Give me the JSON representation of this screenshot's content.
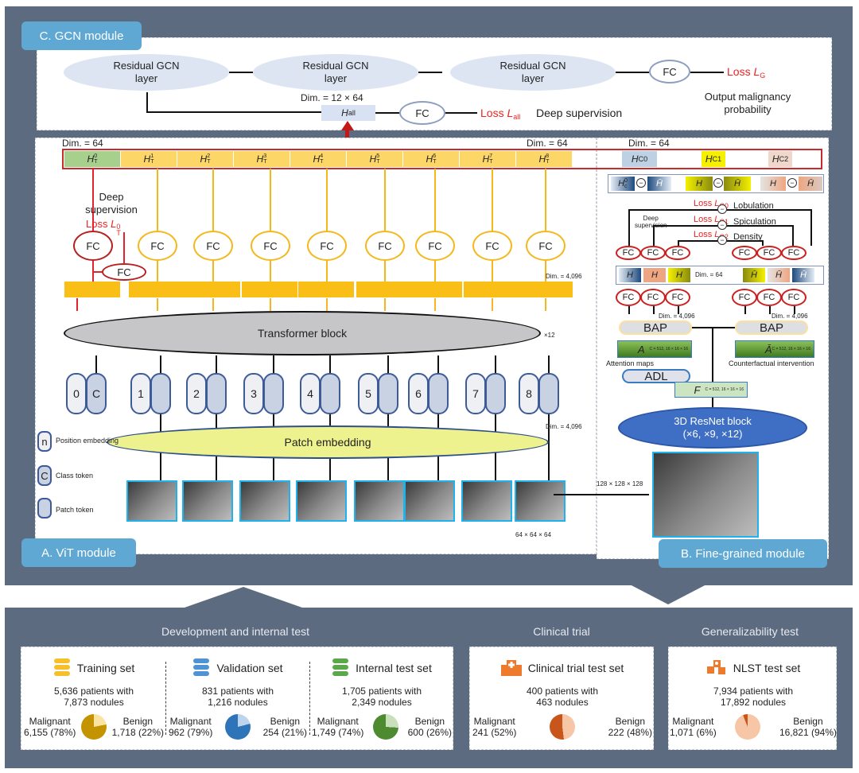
{
  "modules": {
    "gcn": {
      "tab": "C. GCN module",
      "layers": [
        "Residual GCN\nlayer",
        "Residual GCN\nlayer",
        "Residual GCN\nlayer"
      ],
      "fc": "FC",
      "loss_g": "Loss ",
      "loss_g_sym": "L",
      "loss_g_sub": "G",
      "output_label_1": "Output malignancy",
      "output_label_2": "probability",
      "dim_label": "Dim. = 12 × 64",
      "h_all": "H",
      "h_all_sub": "all",
      "fc2": "FC",
      "loss_all": "Loss ",
      "loss_all_sym": "L",
      "loss_all_sub": "all",
      "deep_sup": "Deep supervision"
    },
    "vit": {
      "tab": "A. ViT module",
      "dim_left": "Dim. = 64",
      "dim_right": "Dim. = 64",
      "h_tokens": [
        "0",
        "1",
        "2",
        "3",
        "4",
        "5",
        "6",
        "7",
        "8"
      ],
      "h_symbol": "H",
      "h_sub": "T",
      "deep_sup_1": "Deep",
      "deep_sup_2": "supervision",
      "loss_t": "Loss ",
      "loss_t_sym": "L",
      "loss_t_sup": "0",
      "loss_t_sub": "T",
      "fc": "FC",
      "dim_4096": "Dim. = 4,096",
      "transformer": "Transformer block",
      "times12": "×12",
      "tokens": [
        "0",
        "1",
        "2",
        "3",
        "4",
        "5",
        "6",
        "7",
        "8"
      ],
      "class_token": "C",
      "patch_embedding": "Patch embedding",
      "dim_4096_b": "Dim. = 4,096",
      "legend": [
        {
          "glyph": "n",
          "label": "Position embedding"
        },
        {
          "glyph": "C",
          "label": "Class token"
        },
        {
          "glyph": "",
          "label": "Patch token"
        }
      ],
      "patch_size": "64 × 64 × 64",
      "input_size": "128 × 128 × 128"
    },
    "fine": {
      "tab": "B. Fine-grained module",
      "dim_64": "Dim. = 64",
      "hc": [
        "C0",
        "C1",
        "C2"
      ],
      "h_symbol": "H",
      "losses": [
        {
          "label": "Loss ",
          "sym": "L",
          "sub": "C0",
          "name": "Lobulation"
        },
        {
          "label": "Loss ",
          "sym": "L",
          "sub": "C1",
          "name": "Spiculation"
        },
        {
          "label": "Loss ",
          "sym": "L",
          "sub": "C2",
          "name": "Density"
        }
      ],
      "deep_sup_1": "Deep",
      "deep_sup_2": "supervision",
      "fc": "FC",
      "dim_64_mid": "Dim. = 64",
      "dim_4096": "Dim. = 4,096",
      "bap": "BAP",
      "attn_A": "A",
      "attn_dims": "C = 512, 16 × 16 × 16",
      "attn_label": "Attention maps",
      "cf_A": "Ā",
      "cf_label": "Counterfactual intervention",
      "adl": "ADL",
      "feat_F": "F",
      "feat_dims": "C = 512, 16 × 16 × 16",
      "resnet_1": "3D ResNet block",
      "resnet_2": "(×6, ×9, ×12)",
      "minus": "−"
    }
  },
  "datasets": {
    "groups": [
      {
        "title": "Development and internal test"
      },
      {
        "title": "Clinical trial"
      },
      {
        "title": "Generalizability test"
      }
    ],
    "sets": [
      {
        "name": "Training set",
        "icon": "database-icon",
        "color": "#f5c02a",
        "patients": "5,636 patients with",
        "nodules": "7,873 nodules",
        "malignant_label": "Malignant",
        "malignant": "6,155 (78%)",
        "benign_label": "Benign",
        "benign": "1,718 (22%)",
        "malignant_frac": 0.78,
        "pie_dark": "#c49400",
        "pie_light": "#fbe3a0"
      },
      {
        "name": "Validation set",
        "icon": "database-icon",
        "color": "#4e94d4",
        "patients": "831 patients with",
        "nodules": "1,216 nodules",
        "malignant_label": "Malignant",
        "malignant": "962 (79%)",
        "benign_label": "Benign",
        "benign": "254 (21%)",
        "malignant_frac": 0.79,
        "pie_dark": "#2e74b8",
        "pie_light": "#bcd5ec"
      },
      {
        "name": "Internal test set",
        "icon": "database-icon",
        "color": "#5aa84a",
        "patients": "1,705 patients with",
        "nodules": "2,349 nodules",
        "malignant_label": "Malignant",
        "malignant": "1,749 (74%)",
        "benign_label": "Benign",
        "benign": "600 (26%)",
        "malignant_frac": 0.74,
        "pie_dark": "#4e8a2f",
        "pie_light": "#c9e0bd"
      },
      {
        "name": "Clinical trial test set",
        "icon": "hospital-icon",
        "color": "#ee7a2e",
        "patients": "400 patients with",
        "nodules": "463 nodules",
        "malignant_label": "Malignant",
        "malignant": "241 (52%)",
        "benign_label": "Benign",
        "benign": "222 (48%)",
        "malignant_frac": 0.52,
        "pie_dark": "#c8561a",
        "pie_light": "#f7c6a6"
      },
      {
        "name": "NLST test set",
        "icon": "nlst-icon",
        "color": "#ee7a2e",
        "patients": "7,934 patients with",
        "nodules": "17,892 nodules",
        "malignant_label": "Malignant",
        "malignant": "1,071 (6%)",
        "benign_label": "Benign",
        "benign": "16,821 (94%)",
        "malignant_frac": 0.06,
        "pie_dark": "#c8561a",
        "pie_light": "#f7c6a6"
      }
    ]
  }
}
